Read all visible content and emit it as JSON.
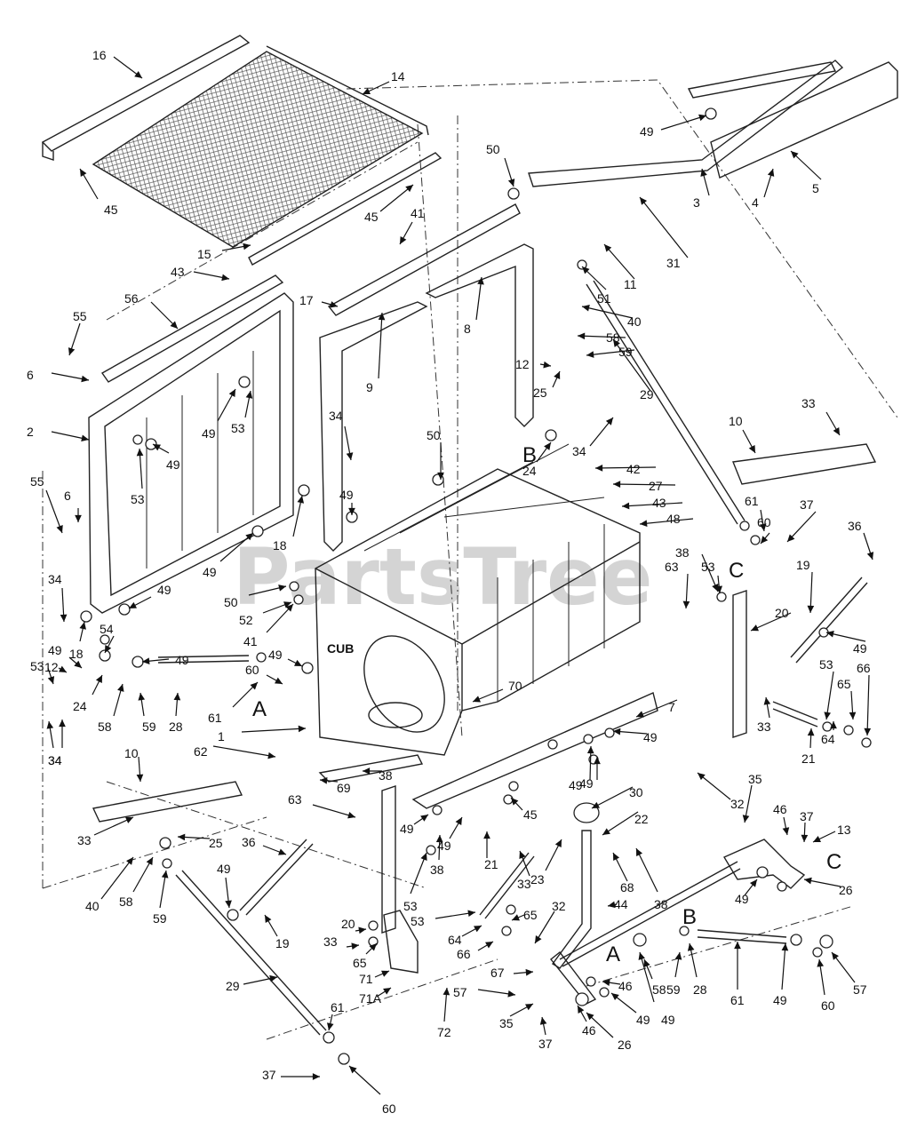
{
  "watermark": "PartsTree",
  "tank_emblem": "CUB",
  "callouts": [
    "16",
    "14",
    "45",
    "45",
    "15",
    "43",
    "41",
    "17",
    "56",
    "55",
    "6",
    "2",
    "49",
    "53",
    "49",
    "53",
    "49",
    "18",
    "49",
    "55",
    "6",
    "34",
    "18",
    "49",
    "12",
    "53",
    "34",
    "24",
    "54",
    "49",
    "58",
    "59",
    "28",
    "34",
    "60",
    "61",
    "49",
    "50",
    "52",
    "41",
    "50",
    "8",
    "9",
    "34",
    "49",
    "3",
    "4",
    "5",
    "49",
    "50",
    "31",
    "11",
    "51",
    "40",
    "58",
    "59",
    "25",
    "12",
    "24",
    "34",
    "29",
    "42",
    "27",
    "43",
    "48",
    "10",
    "33",
    "61",
    "60",
    "37",
    "36",
    "38",
    "53",
    "63",
    "19",
    "20",
    "49",
    "53",
    "66",
    "65",
    "33",
    "21",
    "64",
    "7",
    "49",
    "49",
    "62",
    "1",
    "38",
    "69",
    "63",
    "70",
    "45",
    "49",
    "49",
    "30",
    "22",
    "38",
    "32",
    "35",
    "46",
    "37",
    "13",
    "26",
    "49",
    "10",
    "33",
    "25",
    "36",
    "40",
    "58",
    "59",
    "49",
    "19",
    "29",
    "61",
    "60",
    "37",
    "53",
    "38",
    "49",
    "21",
    "20",
    "33",
    "65",
    "71",
    "71A",
    "72",
    "57",
    "23",
    "33",
    "53",
    "64",
    "66",
    "65",
    "32",
    "67",
    "68",
    "44",
    "35",
    "37",
    "46",
    "26",
    "49",
    "46",
    "49",
    "58",
    "59",
    "28",
    "61",
    "49",
    "60",
    "57"
  ],
  "section_letters": [
    "A",
    "A",
    "B",
    "B",
    "C",
    "C"
  ],
  "legend_arrow": "arrow"
}
